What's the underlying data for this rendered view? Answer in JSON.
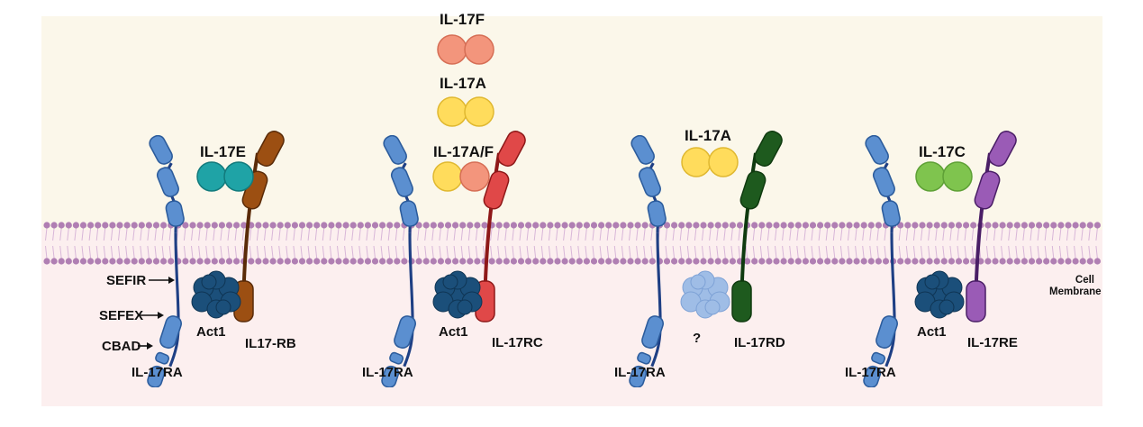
{
  "colors": {
    "extracellular": "#fbf7ea",
    "intracellular": "#fcefef",
    "membrane_bead": "#b07fb3",
    "membrane_tail": "#d8b6d8",
    "il17ra": "#5b8fd0",
    "il17ra_stroke": "#2c5c9c",
    "il17ra_stem": "#1e3f84",
    "act1": "#1b4f7a",
    "act1_unknown": "#9fbde6",
    "il17rb": "#9c4f12",
    "il17rc": "#e04848",
    "il17rc_stem": "#8e1818",
    "il17rd": "#1e5a1e",
    "il17re": "#9a5bb6",
    "il17re_stem": "#4a1e66",
    "il17e_ligand": "#1fa3a6",
    "il17a_ligand": "#ffdc5c",
    "il17f_ligand": "#f3957c",
    "il17c_ligand": "#7fc44e",
    "arrow": "#111111"
  },
  "icons": [
    "il17ra-receptor-icon",
    "accessory-receptor-icon",
    "cytokine-dimer-icon",
    "act1-adaptor-icon",
    "membrane-bilayer-icon"
  ],
  "labels": {
    "free_ligand_top": "IL-17F",
    "free_ligand_mid": "IL-17A",
    "membrane": "Cell\nMembrane",
    "sefir": "SEFIR",
    "sefex": "SEFEX",
    "cbad": "CBAD"
  },
  "complexes": [
    {
      "ligand": "IL-17E",
      "partner": "IL17-RB",
      "adaptor": "Act1",
      "receptor": "IL-17RA"
    },
    {
      "ligand": "IL-17A/F",
      "partner": "IL-17RC",
      "adaptor": "Act1",
      "receptor": "IL-17RA"
    },
    {
      "ligand": "IL-17A",
      "partner": "IL-17RD",
      "adaptor": "?",
      "receptor": "IL-17RA"
    },
    {
      "ligand": "IL-17C",
      "partner": "IL-17RE",
      "adaptor": "Act1",
      "receptor": "IL-17RA"
    }
  ]
}
